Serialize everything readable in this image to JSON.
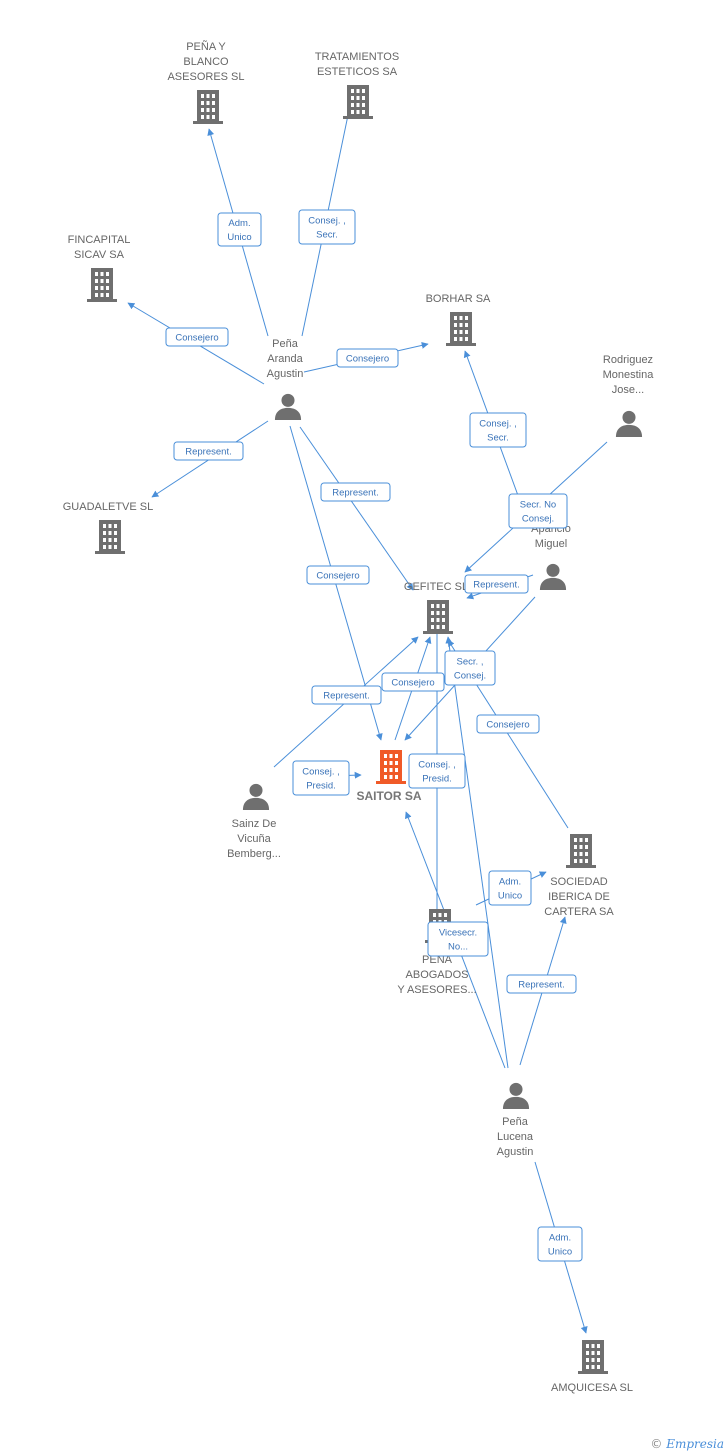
{
  "nodes": [
    {
      "id": "pena_blanco",
      "type": "company",
      "label": [
        "PEÑA Y",
        "BLANCO",
        "ASESORES SL"
      ]
    },
    {
      "id": "tratamientos",
      "type": "company",
      "label": [
        "TRATAMIENTOS",
        "ESTETICOS SA"
      ]
    },
    {
      "id": "fincapital",
      "type": "company",
      "label": [
        "FINCAPITAL",
        "SICAV SA"
      ]
    },
    {
      "id": "borhar",
      "type": "company",
      "label": [
        "BORHAR SA"
      ]
    },
    {
      "id": "pena_aranda",
      "type": "person",
      "label": [
        "Peña",
        "Aranda",
        "Agustin"
      ]
    },
    {
      "id": "rodriguez",
      "type": "person",
      "label": [
        "Rodriguez",
        "Monestina",
        "Jose..."
      ]
    },
    {
      "id": "guadaletve",
      "type": "company",
      "label": [
        "GUADALETVE SL"
      ]
    },
    {
      "id": "aparicio",
      "type": "person",
      "label": [
        "Aparicio",
        "Miguel"
      ]
    },
    {
      "id": "gefitec",
      "type": "company",
      "label": [
        "GEFITEC SL"
      ]
    },
    {
      "id": "saitor",
      "type": "company_main",
      "label": [
        "SAITOR SA"
      ]
    },
    {
      "id": "sainz",
      "type": "person",
      "label": [
        "Sainz De",
        "Vicuña",
        "Bemberg..."
      ]
    },
    {
      "id": "sociedad_iberica",
      "type": "company",
      "label": [
        "SOCIEDAD",
        "IBERICA DE",
        "CARTERA SA"
      ]
    },
    {
      "id": "pena_abogados",
      "type": "company",
      "label": [
        "PEÑA",
        "ABOGADOS",
        "Y ASESORES..."
      ]
    },
    {
      "id": "pena_lucena",
      "type": "person",
      "label": [
        "Peña",
        "Lucena",
        "Agustin"
      ]
    },
    {
      "id": "amquicesa",
      "type": "company",
      "label": [
        "AMQUICESA SL"
      ]
    }
  ],
  "edges": [
    {
      "from": "pena_aranda",
      "to": "pena_blanco",
      "label": [
        "Adm.",
        "Unico"
      ]
    },
    {
      "from": "pena_aranda",
      "to": "tratamientos",
      "label": [
        "Consej. ,",
        "Secr."
      ]
    },
    {
      "from": "pena_aranda",
      "to": "fincapital",
      "label": [
        "Consejero"
      ]
    },
    {
      "from": "pena_aranda",
      "to": "borhar",
      "label": [
        "Consejero"
      ]
    },
    {
      "from": "pena_aranda",
      "to": "guadaletve",
      "label": [
        "Represent."
      ]
    },
    {
      "from": "pena_aranda",
      "to": "gefitec",
      "label": [
        "Represent."
      ]
    },
    {
      "from": "pena_aranda",
      "to": "saitor",
      "label": [
        "Consejero"
      ]
    },
    {
      "from": "aparicio",
      "to": "borhar",
      "label": [
        "Consej. ,",
        "Secr."
      ]
    },
    {
      "from": "rodriguez",
      "to": "gefitec",
      "label": [
        "Secr.  No",
        "Consej."
      ]
    },
    {
      "from": "aparicio",
      "to": "gefitec",
      "label": [
        "Represent."
      ]
    },
    {
      "from": "aparicio",
      "to": "saitor",
      "label": [
        "Consejero"
      ]
    },
    {
      "from": "sainz",
      "to": "gefitec",
      "label": [
        "Represent."
      ]
    },
    {
      "from": "sainz",
      "to": "saitor",
      "label": [
        "Consej. ,",
        "Presid."
      ]
    },
    {
      "from": "saitor",
      "to": "gefitec",
      "label": [
        "Consej. ,",
        "Presid."
      ]
    },
    {
      "from": "sociedad_iberica",
      "to": "gefitec",
      "label": [
        "Consejero"
      ]
    },
    {
      "from": "pena_lucena",
      "to": "gefitec",
      "label": [
        "Secr. ,",
        "Consej."
      ]
    },
    {
      "from": "pena_abogados",
      "to": "sociedad_iberica",
      "label": [
        "Adm.",
        "Unico"
      ]
    },
    {
      "from": "pena_abogados",
      "to": "gefitec",
      "label": [
        "Vicesecr.",
        "No..."
      ]
    },
    {
      "from": "pena_lucena",
      "to": "saitor",
      "label": []
    },
    {
      "from": "pena_lucena",
      "to": "sociedad_iberica",
      "label": [
        "Represent."
      ]
    },
    {
      "from": "pena_lucena",
      "to": "amquicesa",
      "label": [
        "Adm.",
        "Unico"
      ]
    }
  ],
  "colors": {
    "edge": "#4a8fd9",
    "icon": "#6f6f6f",
    "main_icon": "#f05a28"
  },
  "watermark": {
    "symbol": "©",
    "text": "Empresia"
  }
}
